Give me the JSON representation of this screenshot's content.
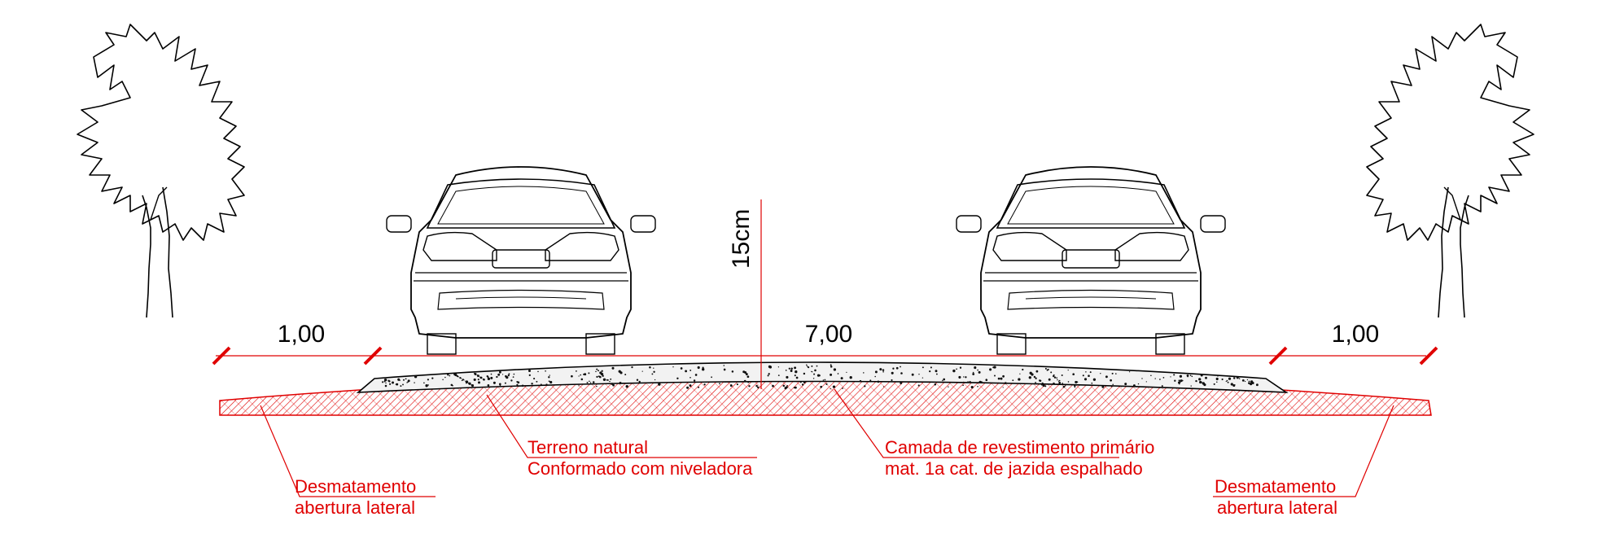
{
  "dimensions": {
    "left_shoulder": "1,00",
    "roadway": "7,00",
    "right_shoulder": "1,00",
    "layer_thickness": "15cm"
  },
  "annotations": {
    "terrain_line1": "Terreno natural",
    "terrain_line2": "Conformado com niveladora",
    "layer_line1": "Camada de revestimento primário",
    "layer_line2": "mat. 1a cat. de jazida espalhado",
    "left_clearing_line1": "Desmatamento",
    "left_clearing_line2": "abertura lateral",
    "right_clearing_line1": "Desmatamento",
    "right_clearing_line2": "abertura lateral"
  },
  "colors": {
    "annotation": "#e00000",
    "hatch": "#e00000",
    "lines": "#000000",
    "gravel_fill": "#f2f2f2"
  },
  "icons": {
    "tree": "tree-icon",
    "car": "car-front-icon"
  }
}
